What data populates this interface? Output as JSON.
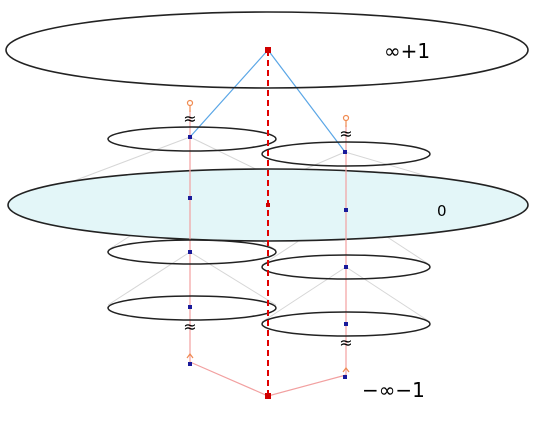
{
  "labels": {
    "top": "∞+1",
    "middle": "0",
    "bottom": "−∞−1"
  },
  "gap_marks": {
    "left_top": "≈",
    "right_top": "≈",
    "left_bottom": "≈",
    "right_bottom": "≈"
  },
  "colors": {
    "ellipse_stroke": "#222222",
    "middle_fill": "#e3f6f8",
    "red_axis": "#e00000",
    "red_node": "#d00000",
    "blue_node": "#1a1a9a",
    "blue_edge": "#5aa6e6",
    "pink_edge": "#f2a0a0",
    "gray_edge": "#d6d6d6"
  }
}
